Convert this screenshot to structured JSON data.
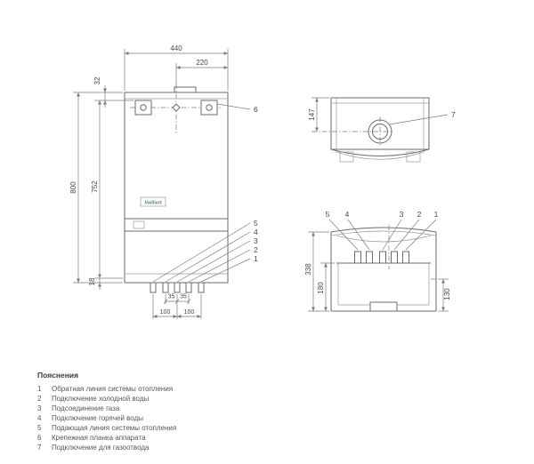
{
  "views": {
    "front": {
      "dim_440": "440",
      "dim_220": "220",
      "dim_32": "32",
      "dim_800": "800",
      "dim_752": "752",
      "dim_18": "18",
      "dim_35_left": "35",
      "dim_35_right": "35",
      "dim_100_left": "100",
      "dim_100_right": "100",
      "callout_6": "6",
      "callout_5": "5",
      "callout_4": "4",
      "callout_3": "3",
      "callout_2": "2",
      "callout_1": "1",
      "logo": "Vaillant"
    },
    "top": {
      "dim_147": "147",
      "callout_7": "7"
    },
    "bottom": {
      "dim_338": "338",
      "dim_180": "180",
      "dim_130": "130",
      "callout_5": "5",
      "callout_4": "4",
      "callout_3": "3",
      "callout_2": "2",
      "callout_1": "1"
    }
  },
  "legend": {
    "title": "Пояснения",
    "items": [
      {
        "num": "1",
        "text": "Обратная линия системы отопления"
      },
      {
        "num": "2",
        "text": "Подключение холодной воды"
      },
      {
        "num": "3",
        "text": "Подсоединение газа"
      },
      {
        "num": "4",
        "text": "Подключение горячей воды"
      },
      {
        "num": "5",
        "text": "Подающая линия системы отопления"
      },
      {
        "num": "6",
        "text": "Крепежная планка аппарата"
      },
      {
        "num": "7",
        "text": "Подключение для газоотвода"
      }
    ]
  },
  "colors": {
    "line": "#6b6b6b",
    "dim": "#7d7d7d",
    "text": "#474747",
    "logo_green": "#4d8a6c"
  }
}
